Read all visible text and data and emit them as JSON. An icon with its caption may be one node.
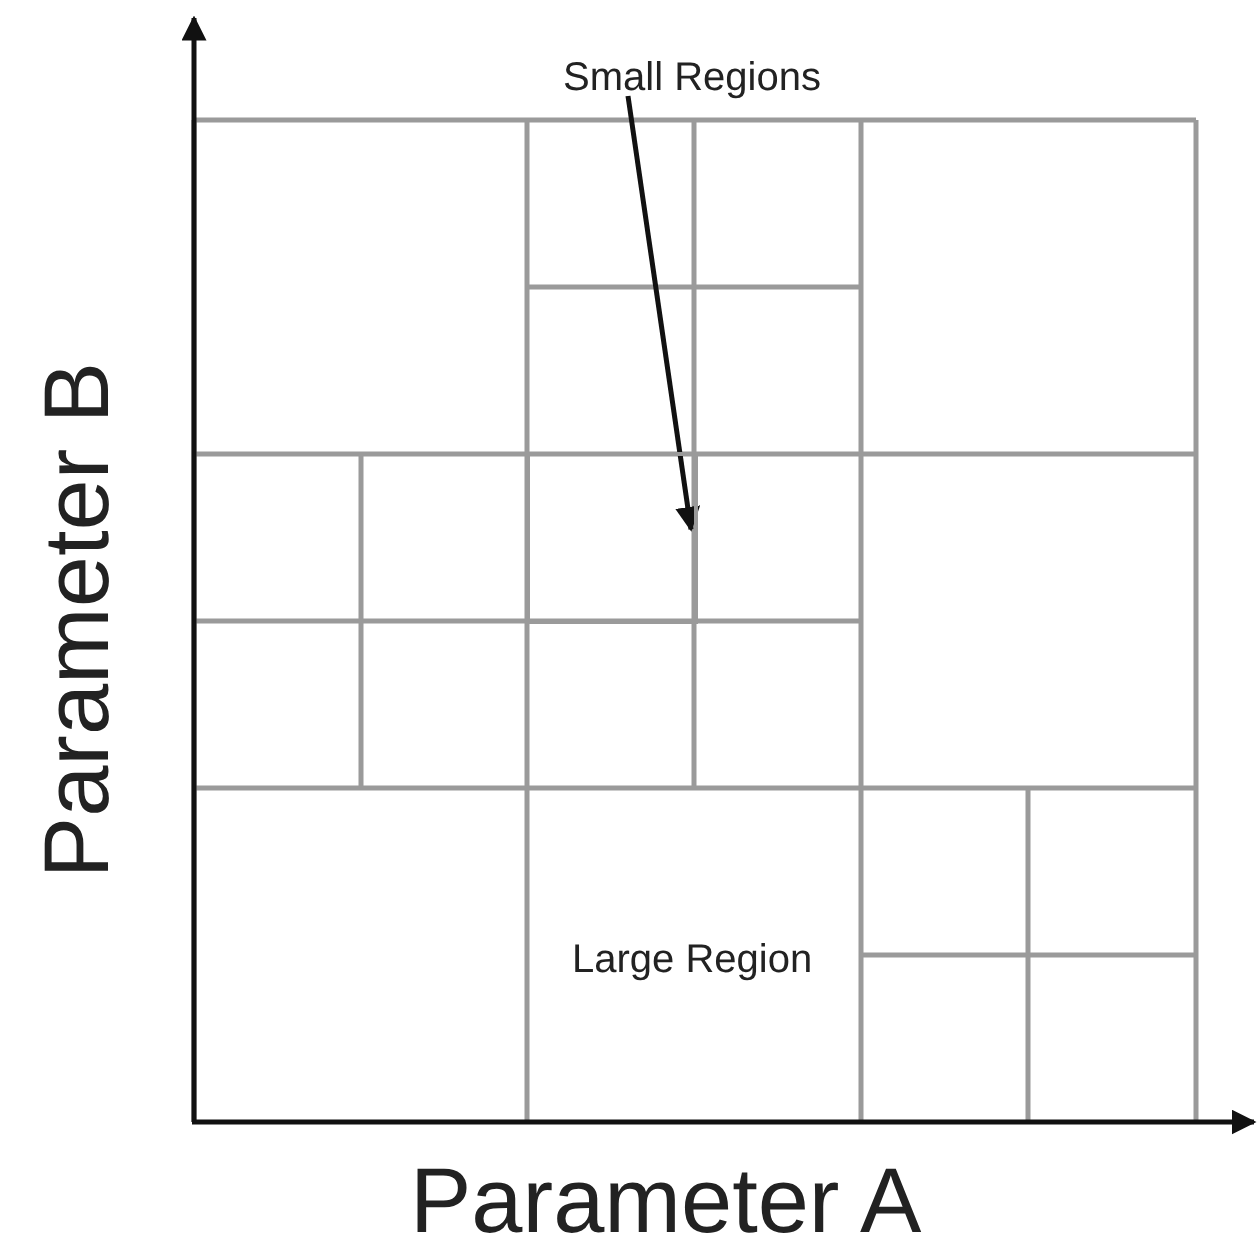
{
  "diagram": {
    "nodes": [
      {
        "text": [
          "Small Regions"
        ]
      },
      {
        "text": [],
        "shape": "box"
      }
    ],
    "edges": [
      {
        "from": 0,
        "to": 1,
        "arrow": "to"
      }
    ],
    "labels": [
      "Large Region",
      "Parameter A",
      "Parameter B"
    ]
  }
}
